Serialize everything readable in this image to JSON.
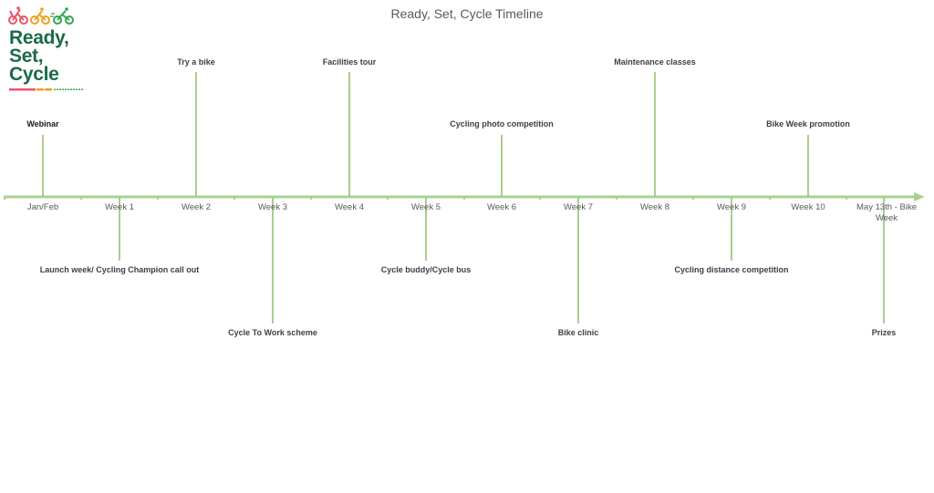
{
  "title": "Ready, Set, Cycle Timeline",
  "logo": {
    "lines": [
      "Ready,",
      "Set,",
      "Cycle"
    ],
    "icons": [
      "bike-rider-icon-red",
      "bike-rider-icon-orange",
      "bike-rider-icon-green"
    ],
    "colors": {
      "red": "#e8566a",
      "orange": "#f0a020",
      "green": "#2fa84f",
      "text": "#1a6b46"
    }
  },
  "colors": {
    "axis": "#a9d18e",
    "connector": "#70ad47",
    "label": "#595959",
    "event": "#404040"
  },
  "chart_data": {
    "type": "timeline",
    "title": "Ready, Set, Cycle Timeline",
    "categories": [
      "Jan/Feb",
      "Week 1",
      "Week 2",
      "Week 3",
      "Week 4",
      "Week 5",
      "Week 6",
      "Week 7",
      "Week 8",
      "Week 9",
      "Week 10",
      "May 13th - Bike Week"
    ],
    "events": [
      {
        "category": "Jan/Feb",
        "label": "Webinar",
        "position": "above",
        "height": 1
      },
      {
        "category": "Week 1",
        "label": "Launch week/ Cycling Champion call out",
        "position": "below",
        "height": 1
      },
      {
        "category": "Week 2",
        "label": "Try a bike",
        "position": "above",
        "height": 2
      },
      {
        "category": "Week 3",
        "label": "Cycle To Work scheme",
        "position": "below",
        "height": 2
      },
      {
        "category": "Week 4",
        "label": "Facilities tour",
        "position": "above",
        "height": 2
      },
      {
        "category": "Week 5",
        "label": "Cycle buddy/Cycle bus",
        "position": "below",
        "height": 1
      },
      {
        "category": "Week 6",
        "label": "Cycling photo competition",
        "position": "above",
        "height": 1
      },
      {
        "category": "Week 7",
        "label": "Bike clinic",
        "position": "below",
        "height": 2
      },
      {
        "category": "Week 8",
        "label": "Maintenance classes",
        "position": "above",
        "height": 2
      },
      {
        "category": "Week 9",
        "label": "Cycling distance competition",
        "position": "below",
        "height": 1
      },
      {
        "category": "Week 10",
        "label": "Bike Week promotion",
        "position": "above",
        "height": 1
      },
      {
        "category": "May 13th - Bike Week",
        "label": "Prizes",
        "position": "below",
        "height": 2
      }
    ]
  },
  "axis": {
    "labels": [
      "Jan/Feb",
      "Week 1",
      "Week 2",
      "Week 3",
      "Week 4",
      "Week 5",
      "Week 6",
      "Week 7",
      "Week 8",
      "Week 9",
      "Week 10",
      "May 13th - Bike Week"
    ]
  },
  "events": [
    {
      "label": "Webinar"
    },
    {
      "label": "Launch week/ Cycling Champion call out"
    },
    {
      "label": "Try a bike"
    },
    {
      "label": "Cycle To Work scheme"
    },
    {
      "label": "Facilities tour"
    },
    {
      "label": "Cycle buddy/Cycle bus"
    },
    {
      "label": "Cycling photo competition"
    },
    {
      "label": "Bike clinic"
    },
    {
      "label": "Maintenance classes"
    },
    {
      "label": "Cycling distance competition"
    },
    {
      "label": "Bike Week promotion"
    },
    {
      "label": "Prizes"
    }
  ]
}
